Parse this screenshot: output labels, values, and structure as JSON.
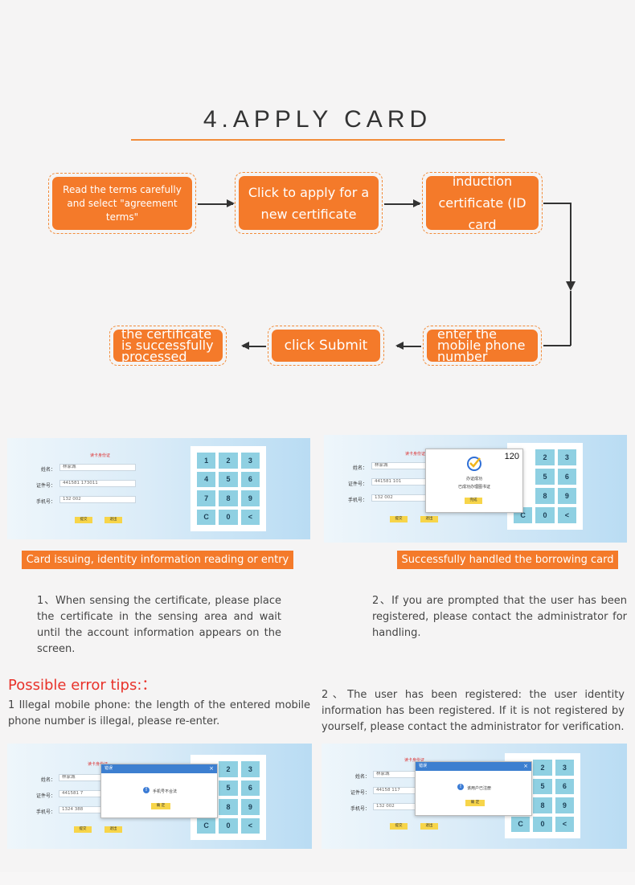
{
  "title": "4.APPLY CARD",
  "flow": {
    "steps": [
      "Read the terms carefully and select \"agreement terms\"",
      "Click to apply for a new certificate",
      "induction certificate (ID card",
      "enter the mobile phone number",
      "click Submit",
      "the certificate is successfully processed"
    ]
  },
  "screens": {
    "form_title": "读卡身份证",
    "name_label": "姓名：",
    "name_value": "林家城",
    "id_label": "证件号：",
    "id_value_1": "441581          173011",
    "id_value_2": "441581          101",
    "id_value_3": "441581          7",
    "id_value_4": "44158          117",
    "phone_label": "手机号：",
    "phone_value_1": "132            002",
    "phone_value_2": "132            002",
    "phone_value_3": "1324          388",
    "phone_value_4": "132            002",
    "submit": "提交",
    "exit": "退出",
    "keypad": [
      "1",
      "2",
      "3",
      "4",
      "5",
      "6",
      "7",
      "8",
      "9",
      "C",
      "0",
      "<"
    ],
    "keypad_partial": [
      "2",
      "3",
      "5",
      "6",
      "8",
      "9",
      "C",
      "0",
      "<"
    ],
    "success_timer": "120",
    "success_title": "办证成功",
    "success_msg": "已成功办理图书证",
    "success_btn": "完成",
    "modal_title": "错误",
    "modal_close": "×",
    "modal_msg_3": "手机号不合法",
    "modal_msg_4": "该用户已注册",
    "modal_ok": "确 定"
  },
  "captions": {
    "left": "Card issuing, identity information reading or entry",
    "right": "Successfully handled the borrowing card"
  },
  "descriptions": {
    "step1": "1、When sensing the certificate, please place the certificate in the sensing area and wait until the account information appears on the screen.",
    "step2": "2、If you are prompted that the user has been registered, please contact the administrator for handling."
  },
  "errors": {
    "title": "Possible error tips:：",
    "tip1": "1 Illegal mobile phone: the length of the entered mobile phone number is illegal, please re-enter.",
    "tip2": "2、The user has been registered: the user identity information has been registered. If it is not registered by yourself, please contact the administrator for verification."
  },
  "colors": {
    "accent": "#f47a2a",
    "error": "#e8322a",
    "key": "#8fd0e2"
  }
}
